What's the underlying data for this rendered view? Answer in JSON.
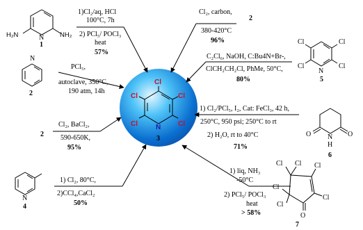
{
  "center": {
    "number": "3",
    "cl_labels": [
      "Cl",
      "Cl",
      "Cl",
      "Cl",
      "Cl"
    ],
    "n_label": "N"
  },
  "routes": {
    "r1": {
      "compound_number": "1",
      "amino_label": "H₂N",
      "amino_label2": "NH₂",
      "line1": "1)Cl₂/aq, HCl",
      "line2": "100°C, 7h",
      "line3": "2) PCl₅/ POCl₃",
      "line4": "heat",
      "yield": "57%"
    },
    "r2": {
      "compound_number": "2",
      "line1": "PCl₅,",
      "line2": "autoclave, 350°C,",
      "line3": "190 atm, 14h"
    },
    "r3": {
      "compound_number": "2",
      "line1": "Cl₂, BaCl₂,",
      "line2": "590-650K,",
      "yield": "95%"
    },
    "r4": {
      "compound_number": "4",
      "line1": "1) Cl₂, 80°C,",
      "line2": "2)CCl₄,CaCl₂",
      "yield": "50%"
    },
    "r5": {
      "compound_number": "2",
      "line1": "Cl₂, carbon,",
      "line2": "380-420°C",
      "yield": "96%"
    },
    "r6": {
      "compound_number": "5",
      "line1": "C₂Cl₆, NaOH, C:Bu4N+Br-,",
      "line2": "ClCH₂CH₂Cl, PhMe, 50°C,",
      "yield": "80%",
      "n_label": "N",
      "cl_labels": [
        "Cl",
        "Cl",
        "Cl",
        "Cl"
      ]
    },
    "r7": {
      "compound_number": "6",
      "line1": "1) Cl₂/PCl₅, I₂, Cat: FeCl₃, 42 h,",
      "line2": "250°C, 950 psi; 250°C to  rt",
      "line3": "2) H₂O, rt to 40°C",
      "yield": "71%",
      "o_label": "O",
      "nh_label": "N",
      "h_label": "H",
      "o2_label": "O"
    },
    "r8": {
      "compound_number": "7",
      "line1": "1) liq, NH₃",
      "line2": "-50°C",
      "line3": "2) PCl₅/ POCl₃",
      "line4": "heat",
      "yield": "> 58%",
      "o_label": "O",
      "cl_labels": [
        "Cl",
        "Cl",
        "Cl",
        "Cl",
        "Cl",
        "Cl"
      ]
    }
  }
}
